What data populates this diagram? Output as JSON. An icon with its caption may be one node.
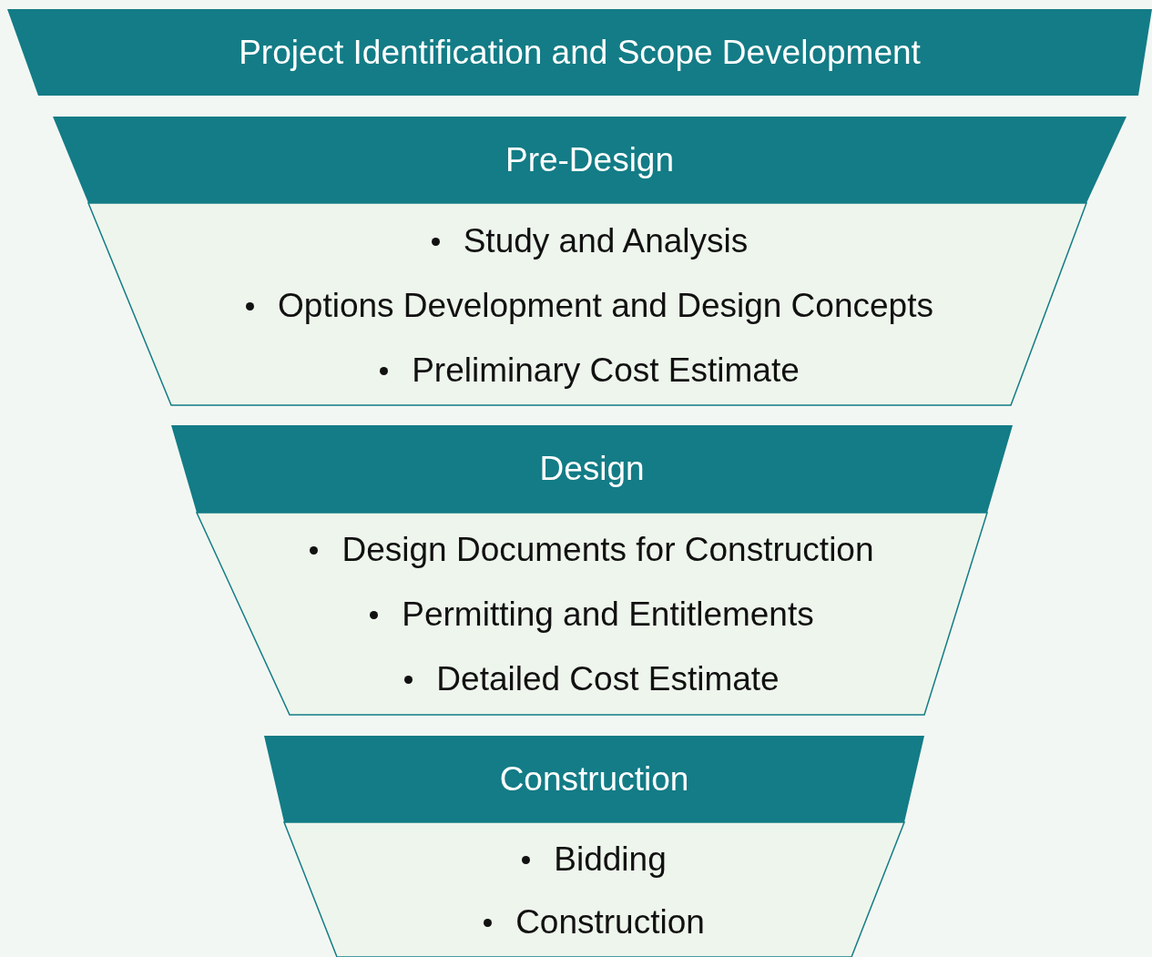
{
  "diagram": {
    "nodes": [
      {
        "text": [
          "Project Identification and Scope Development"
        ]
      },
      {
        "text": [
          "Pre-Design",
          "Study and Analysis",
          "Options Development and Design Concepts",
          "Preliminary Cost Estimate"
        ]
      },
      {
        "text": [
          "Design",
          "Design Documents for Construction",
          "Permitting and Entitlements",
          "Detailed Cost Estimate"
        ]
      },
      {
        "text": [
          "Construction",
          "Bidding",
          "Construction"
        ]
      }
    ]
  }
}
